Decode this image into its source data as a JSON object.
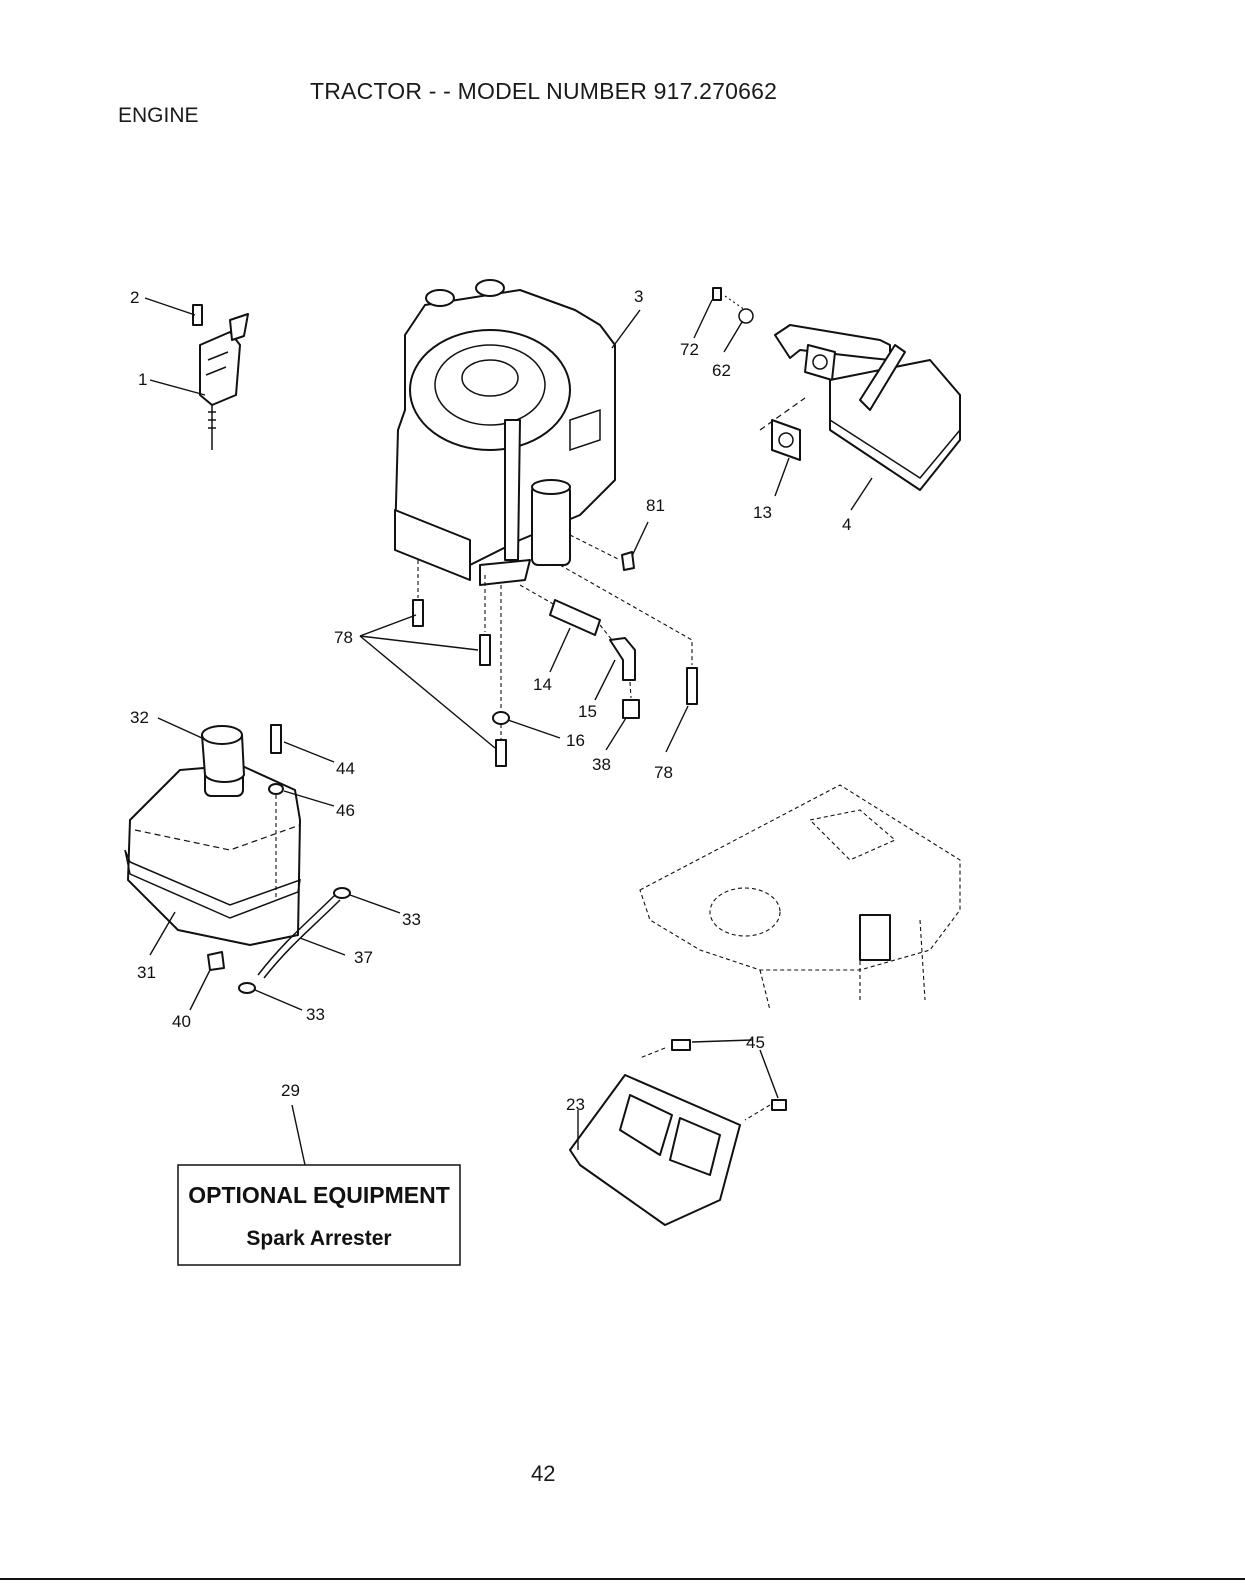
{
  "header": {
    "title": "TRACTOR - - MODEL NUMBER 917.270662",
    "section": "ENGINE"
  },
  "callouts": [
    "1",
    "2",
    "3",
    "72",
    "62",
    "13",
    "4",
    "81",
    "78",
    "14",
    "15",
    "16",
    "38",
    "78",
    "32",
    "44",
    "46",
    "31",
    "33",
    "37",
    "33",
    "40",
    "29",
    "45",
    "23"
  ],
  "optional_box": {
    "line1": "OPTIONAL EQUIPMENT",
    "line2": "Spark Arrester"
  },
  "footer": {
    "page_number": "42"
  }
}
